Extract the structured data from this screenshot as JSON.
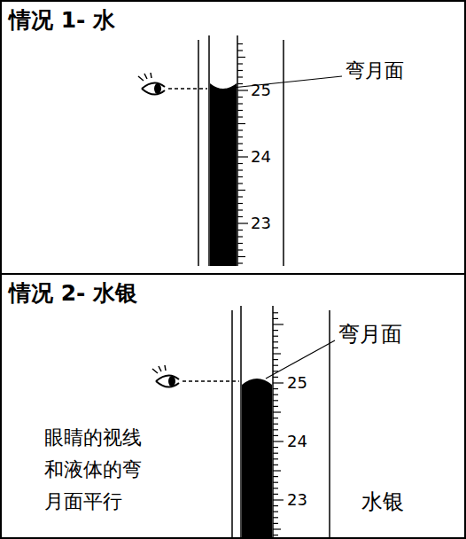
{
  "diagram": {
    "nodes": [
      {
        "text": [
          "情况 1- 水"
        ]
      },
      {
        "text": [
          "情况 2- 水银"
        ]
      }
    ],
    "labels": [
      "弯月面",
      "25",
      "24",
      "23",
      "弯月面",
      "25",
      "24",
      "23",
      "眼睛的视线 和液体的弯 月面平行",
      "水银"
    ]
  }
}
